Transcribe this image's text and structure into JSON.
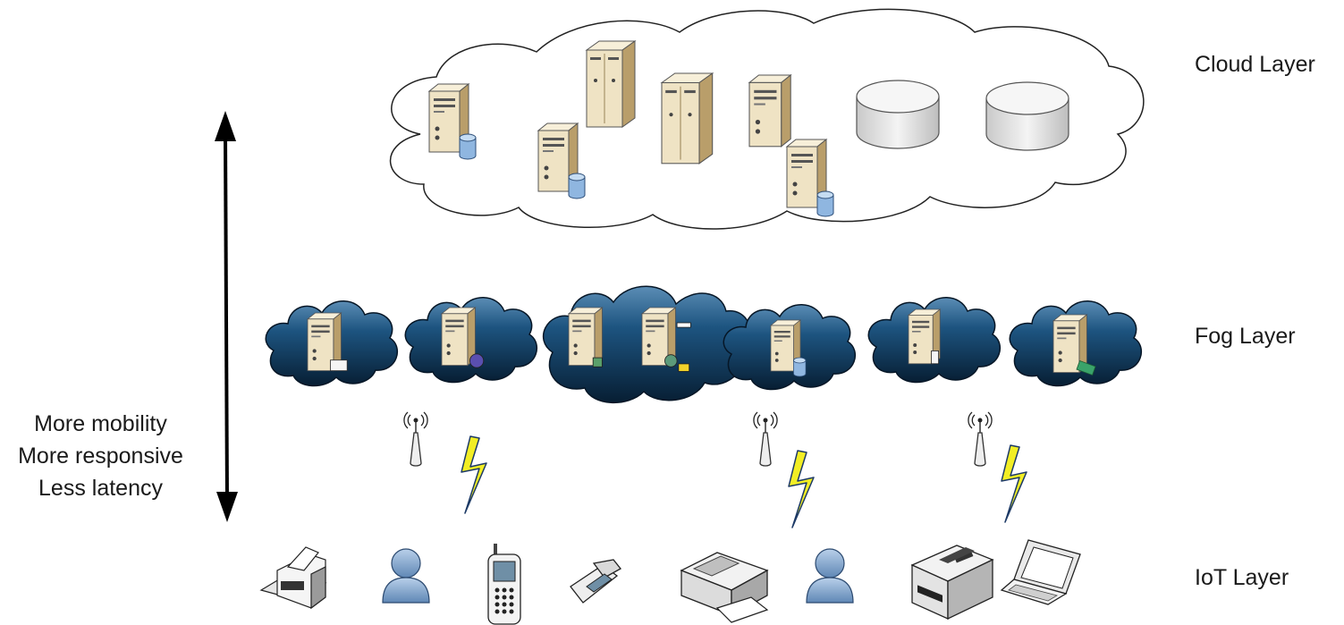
{
  "layers": {
    "cloud": "Cloud Layer",
    "fog": "Fog Layer",
    "iot": "IoT Layer"
  },
  "side_text": [
    "More mobility",
    "More responsive",
    "Less latency"
  ],
  "colors": {
    "fog_cloud": "#0d3a5c",
    "fog_cloud_highlight": "#4a7fa8",
    "server_body": "#efe3c4",
    "server_side": "#b99e6a",
    "db_blue": "#8fb6e0",
    "lightning": "#f2ee25",
    "person": "#8fb0d6"
  },
  "icons": {
    "cloud_layer": [
      "server-db-icon",
      "server-db-icon",
      "tower-server-icon",
      "tower-server-icon",
      "server-icon",
      "server-db-icon",
      "storage-disk-icon",
      "storage-disk-icon"
    ],
    "fog_layer": [
      "fog-server-printer-icon",
      "fog-server-globe-icon",
      "fog-server-double-icon",
      "fog-server-db-icon",
      "fog-server-phone-icon",
      "fog-server-money-icon"
    ],
    "iot_layer": [
      "printer-icon",
      "user-icon",
      "cellphone-icon",
      "flip-phone-icon",
      "scanner-icon",
      "user-icon",
      "fax-machine-icon",
      "laptop-icon"
    ],
    "connectivity": [
      "antenna-icon",
      "antenna-icon",
      "antenna-icon",
      "lightning-icon",
      "lightning-icon",
      "lightning-icon"
    ],
    "axis": "double-arrow-icon"
  }
}
